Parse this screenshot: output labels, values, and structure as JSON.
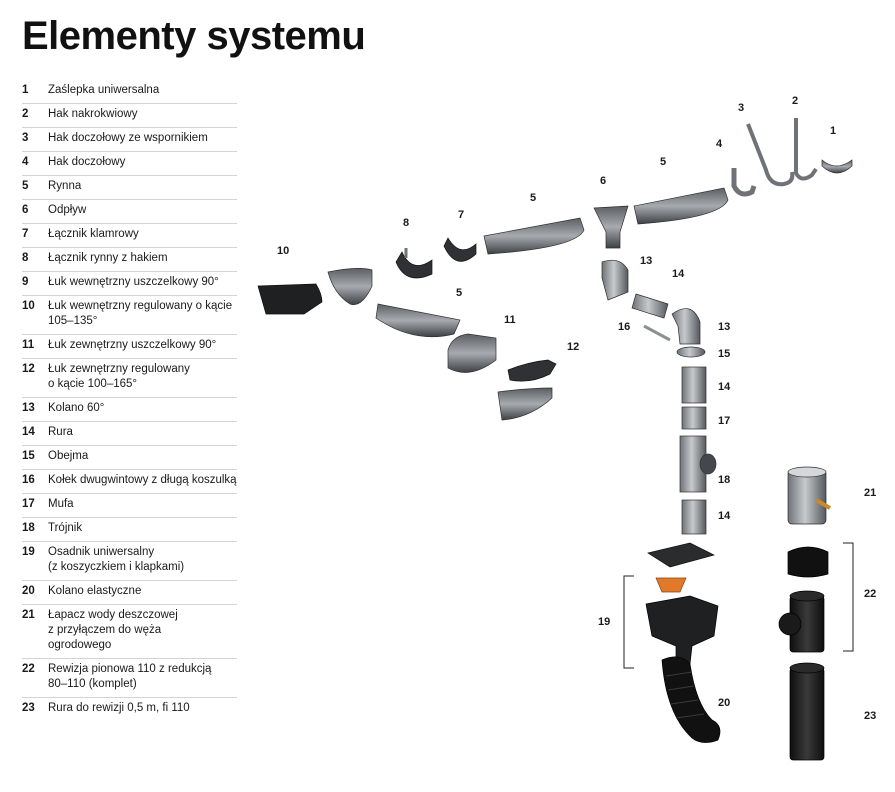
{
  "title": "Elementy systemu",
  "items": [
    {
      "num": "1",
      "text": "Zaślepka uniwersalna"
    },
    {
      "num": "2",
      "text": "Hak nakrokwiowy"
    },
    {
      "num": "3",
      "text": "Hak doczołowy ze wspornikiem"
    },
    {
      "num": "4",
      "text": "Hak doczołowy"
    },
    {
      "num": "5",
      "text": "Rynna"
    },
    {
      "num": "6",
      "text": "Odpływ"
    },
    {
      "num": "7",
      "text": "Łącznik klamrowy"
    },
    {
      "num": "8",
      "text": "Łącznik rynny z hakiem"
    },
    {
      "num": "9",
      "text": "Łuk wewnętrzny uszczelkowy 90°"
    },
    {
      "num": "10",
      "text": "Łuk wewnętrzny regulowany o kącie\n105–135°"
    },
    {
      "num": "11",
      "text": "Łuk zewnętrzny uszczelkowy 90°"
    },
    {
      "num": "12",
      "text": "Łuk zewnętrzny regulowany\no kącie 100–165°"
    },
    {
      "num": "13",
      "text": "Kolano 60°"
    },
    {
      "num": "14",
      "text": "Rura"
    },
    {
      "num": "15",
      "text": "Obejma"
    },
    {
      "num": "16",
      "text": "Kołek dwugwintowy z długą koszulką"
    },
    {
      "num": "17",
      "text": "Mufa"
    },
    {
      "num": "18",
      "text": "Trójnik"
    },
    {
      "num": "19",
      "text": "Osadnik uniwersalny\n(z koszyczkiem i klapkami)"
    },
    {
      "num": "20",
      "text": "Kolano elastyczne"
    },
    {
      "num": "21",
      "text": "Łapacz wody deszczowej\nz przyłączem do węża\nogrodowego"
    },
    {
      "num": "22",
      "text": "Rewizja pionowa 110 z redukcją\n80–110 (komplet)"
    },
    {
      "num": "23",
      "text": "Rura do rewizji  0,5 m, fi 110"
    }
  ],
  "callouts": [
    "1",
    "2",
    "3",
    "4",
    "5",
    "5",
    "5",
    "6",
    "7",
    "8",
    "10",
    "11",
    "12",
    "13",
    "13",
    "14",
    "14",
    "14",
    "14",
    "15",
    "16",
    "17",
    "18",
    "19",
    "20",
    "21",
    "22",
    "23"
  ],
  "colors": {
    "metal": "#8d9196",
    "metal_dark": "#3c3f43",
    "black_pvc": "#1c1c1c",
    "accent": "#e07a2a"
  }
}
